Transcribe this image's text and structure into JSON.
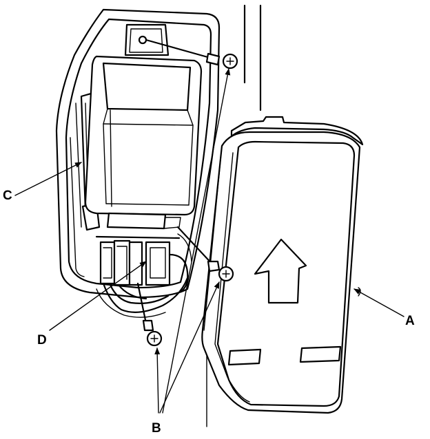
{
  "labels": {
    "a": "A",
    "b": "B",
    "c": "C",
    "d": "D"
  },
  "parts": {
    "cover": "cover-a",
    "screws": "screws-b",
    "bracket": "bracket-c",
    "connectors": "connectors-d"
  },
  "colors": {
    "line": "#000000",
    "background": "#ffffff",
    "shade": "#000000"
  }
}
